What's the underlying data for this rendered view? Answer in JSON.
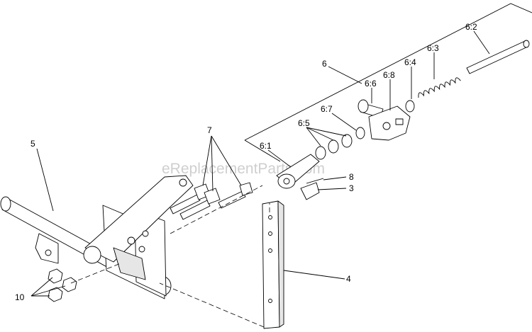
{
  "watermark": "eReplacementParts.com",
  "callouts": {
    "c5": "5",
    "c7": "7",
    "c6": "6",
    "c6_1": "6:1",
    "c6_2": "6:2",
    "c6_3": "6:3",
    "c6_4": "6:4",
    "c6_5": "6:5",
    "c6_6": "6:6",
    "c6_7": "6:7",
    "c6_8": "6:8",
    "c8": "8",
    "c3": "3",
    "c4": "4",
    "c10": "10"
  }
}
